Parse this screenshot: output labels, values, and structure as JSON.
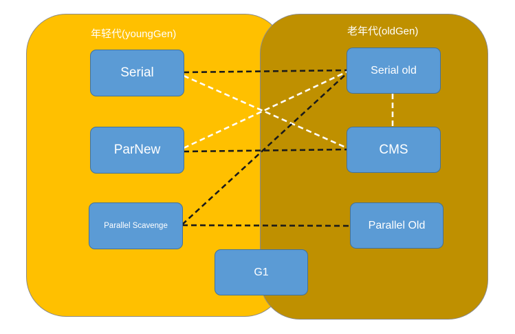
{
  "regions": {
    "young": {
      "title": "年轻代(youngGen)",
      "color": "#ffc000"
    },
    "old": {
      "title": "老年代(oldGen)",
      "color": "#bf9000"
    }
  },
  "nodes": {
    "serial": "Serial",
    "parnew": "ParNew",
    "parallel_scavenge": "Parallel Scavenge",
    "g1": "G1",
    "serial_old": "Serial old",
    "cms": "CMS",
    "parallel_old": "Parallel Old"
  },
  "edges": [
    {
      "from": "Serial",
      "to": "Serial old",
      "color": "black",
      "style": "dashed"
    },
    {
      "from": "Serial",
      "to": "CMS",
      "color": "white",
      "style": "dashed"
    },
    {
      "from": "ParNew",
      "to": "Serial old",
      "color": "white",
      "style": "dashed"
    },
    {
      "from": "ParNew",
      "to": "CMS",
      "color": "black",
      "style": "dashed"
    },
    {
      "from": "Parallel Scavenge",
      "to": "Serial old",
      "color": "black",
      "style": "dashed"
    },
    {
      "from": "Parallel Scavenge",
      "to": "Parallel Old",
      "color": "black",
      "style": "dashed"
    },
    {
      "from": "Serial old",
      "to": "CMS",
      "color": "white",
      "style": "dashed"
    }
  ],
  "colors": {
    "node_fill": "#5b9bd5",
    "node_border": "#41719c",
    "edge_black": "#1a1a1a",
    "edge_white": "#ffffff"
  }
}
